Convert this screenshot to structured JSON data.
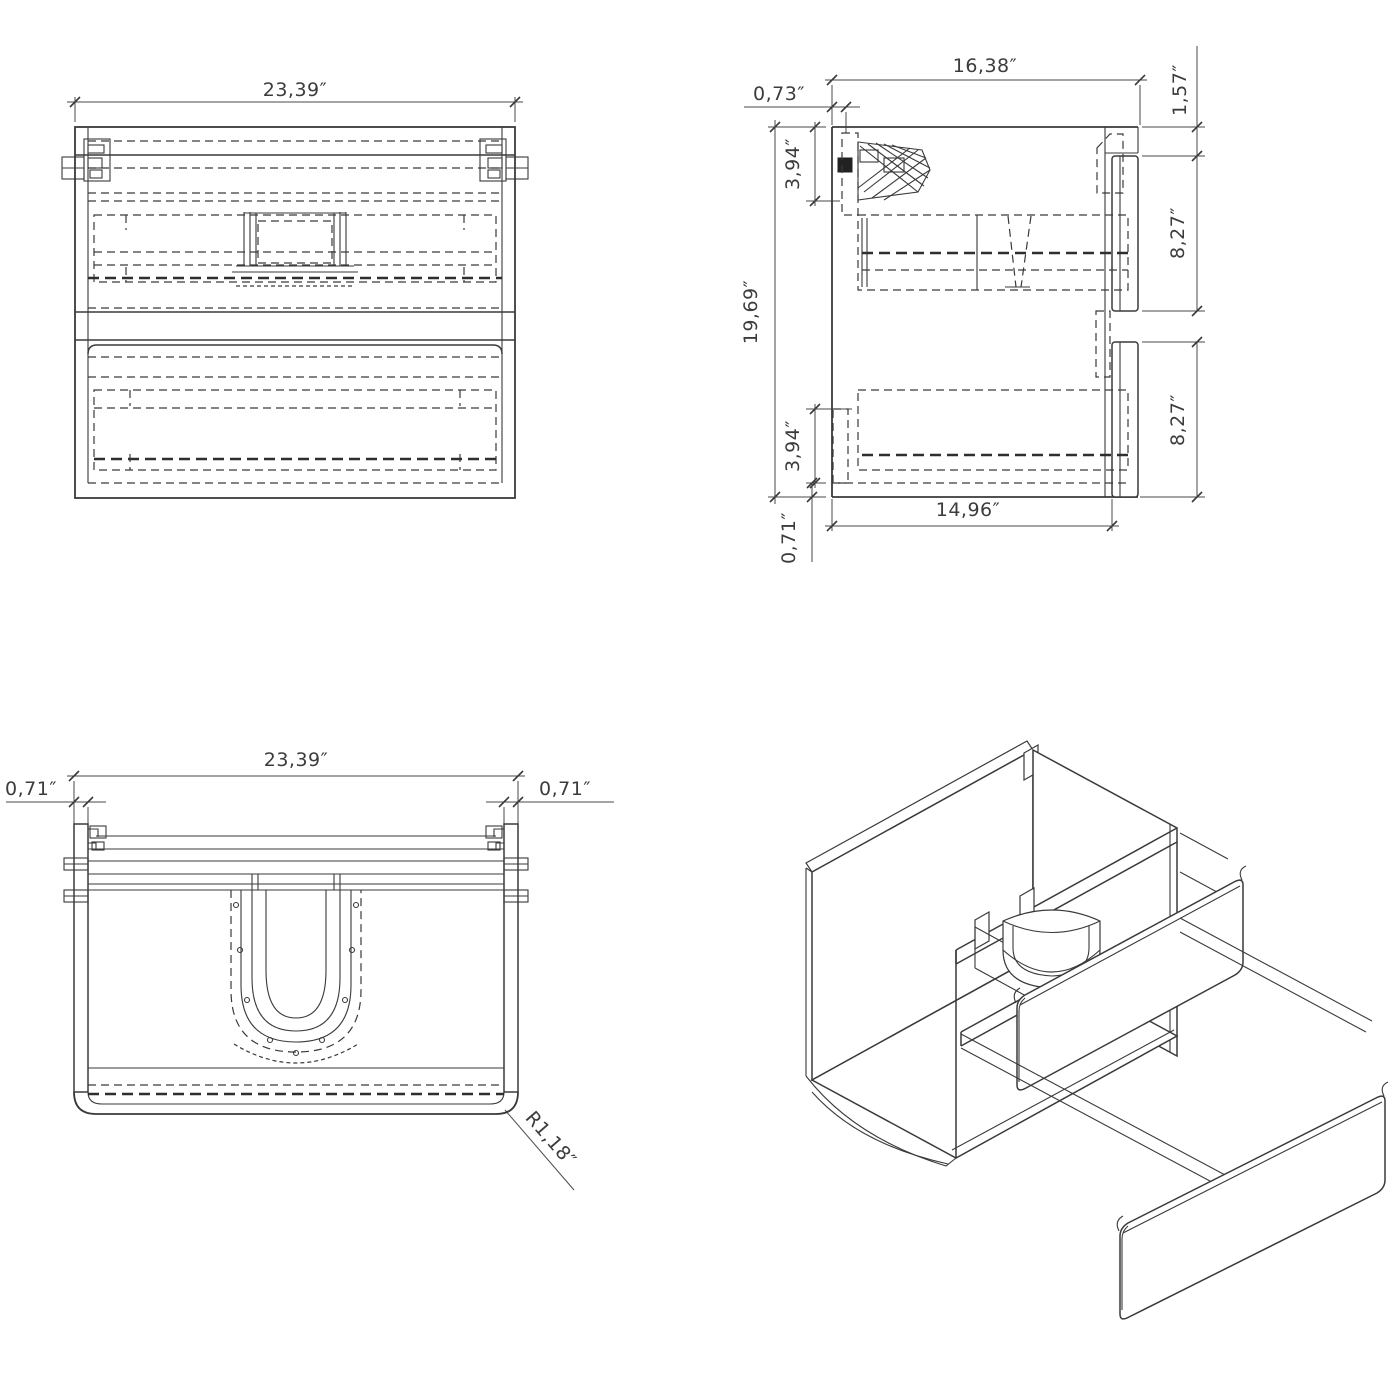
{
  "drawing": {
    "background": "#ffffff",
    "line_color": "#3a3a3a",
    "views": [
      "front-elevation",
      "side-section",
      "plan-top",
      "isometric"
    ]
  },
  "dims": {
    "front_width": "23,39″",
    "side_depth_top": "16,38″",
    "side_back_offset": "0,73″",
    "side_top_rail": "1,57″",
    "side_hinge_upper": "3,94″",
    "side_drawer_upper": "8,27″",
    "side_height": "19,69″",
    "side_hinge_lower": "3,94″",
    "side_drawer_lower": "8,27″",
    "side_bottom_panel": "0,71″",
    "side_depth_bottom": "14,96″",
    "plan_width": "23,39″",
    "plan_left_wall": "0,71″",
    "plan_right_wall": "0,71″",
    "plan_corner_radius": "R1,18″"
  }
}
